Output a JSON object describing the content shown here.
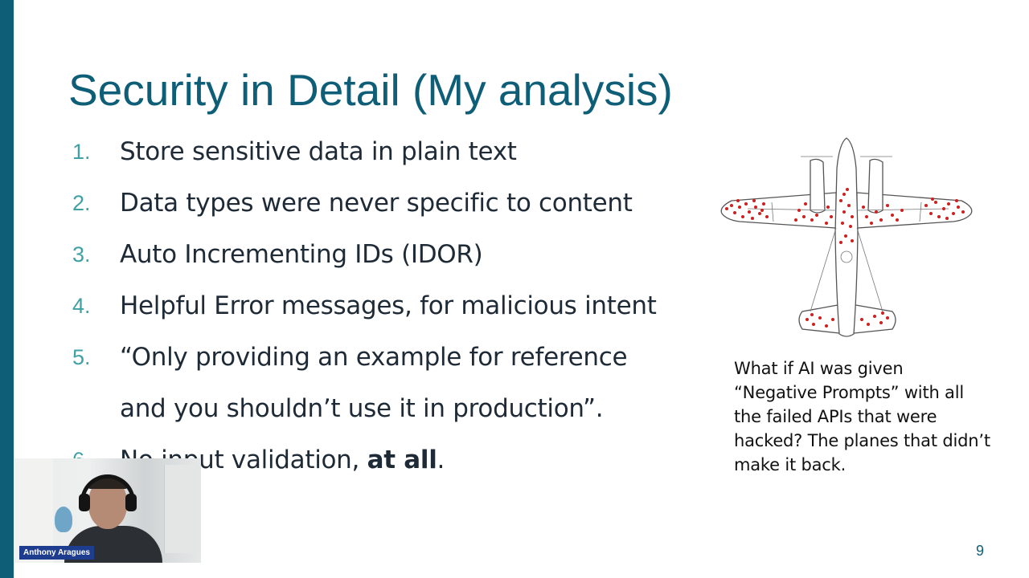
{
  "slide": {
    "title": "Security in Detail (My analysis)",
    "items": [
      {
        "num": "1.",
        "text": "Store sensitive data in plain text"
      },
      {
        "num": "2.",
        "text": "Data types were never specific to content"
      },
      {
        "num": "3.",
        "text": "Auto Incrementing IDs (IDOR)"
      },
      {
        "num": "4.",
        "text": "Helpful Error messages, for malicious intent"
      },
      {
        "num": "5.",
        "text": "“Only providing an example for reference"
      },
      {
        "num": "",
        "text": "and you shouldn’t use it in production”."
      },
      {
        "num": "6.",
        "text": "No input validation, ",
        "bold": "at all",
        "tail": "."
      }
    ],
    "caption": "What if AI was given “Negative Prompts” with all the failed APIs that were hacked? The planes that didn’t make it back.",
    "page_number": "9",
    "image_icon": "survivorship-bias-plane"
  },
  "webcam": {
    "participant_name": "Anthony Aragues"
  },
  "colors": {
    "accent": "#0e5e78",
    "list_number": "#3fa1a4",
    "body_text": "#1e2a35",
    "bullet_holes": "#cc2020",
    "name_tag": "#1f3d8f"
  }
}
